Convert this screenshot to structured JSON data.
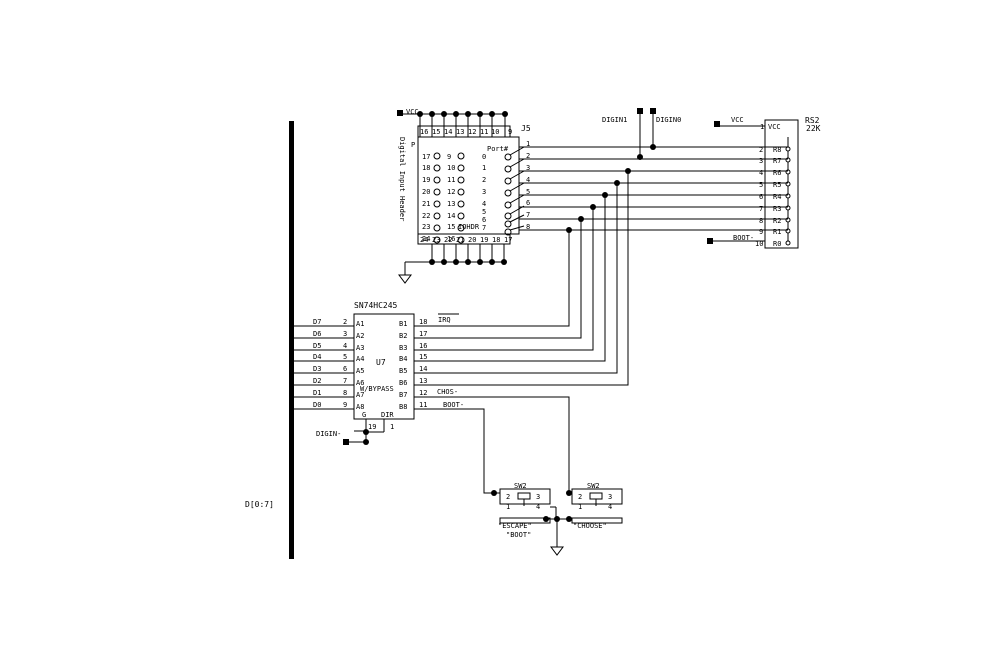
{
  "bus": {
    "label": "D[0:7]"
  },
  "power": {
    "vcc_j5": "VCC",
    "vcc_rs2": "VCC"
  },
  "nets": {
    "digin1": "DIGIN1",
    "digin0": "DIGIN0",
    "digin_minus": "DIGIN-",
    "boot_minus": "BOOT-",
    "irq": "IRQ",
    "choose_minus": "CHOS-",
    "boot_net": "BOOT-"
  },
  "rs2": {
    "ref": "RS2",
    "value": "22K",
    "com_pin": "1",
    "com_label": "VCC",
    "pins": [
      "2",
      "3",
      "4",
      "5",
      "6",
      "7",
      "8",
      "9",
      "10"
    ],
    "rlabels": [
      "R8",
      "R7",
      "R6",
      "R5",
      "R4",
      "R3",
      "R2",
      "R1",
      "R0"
    ]
  },
  "j5": {
    "ref": "J5",
    "title": "Digital Input Header",
    "port_label": "Port#",
    "name": "IOHDR",
    "corner": "P",
    "top_pins": [
      "16",
      "15",
      "14",
      "13",
      "12",
      "11",
      "10",
      "9"
    ],
    "bottom_pins": [
      "24",
      "23",
      "22",
      "21",
      "20",
      "19",
      "18",
      "17"
    ],
    "left_pins": [
      "17",
      "18",
      "19",
      "20",
      "21",
      "22",
      "23",
      "24"
    ],
    "inner_pins": [
      "9",
      "10",
      "11",
      "12",
      "13",
      "14",
      "15",
      "16"
    ],
    "ports": [
      "0",
      "1",
      "2",
      "3",
      "4",
      "5",
      "6",
      "7"
    ],
    "right_pins": [
      "1",
      "2",
      "3",
      "4",
      "5",
      "6",
      "7",
      "8"
    ]
  },
  "u7": {
    "part": "SN74HC245",
    "ref": "U7",
    "bypass": "W/BYPASS",
    "g_label": "G",
    "dir_label": "DIR",
    "g_pin": "19",
    "dir_pin": "1",
    "inputs": [
      {
        "net": "D7",
        "pin": "2",
        "name": "A1"
      },
      {
        "net": "D6",
        "pin": "3",
        "name": "A2"
      },
      {
        "net": "D5",
        "pin": "4",
        "name": "A3"
      },
      {
        "net": "D4",
        "pin": "5",
        "name": "A4"
      },
      {
        "net": "D3",
        "pin": "6",
        "name": "A5"
      },
      {
        "net": "D2",
        "pin": "7",
        "name": "A6"
      },
      {
        "net": "D1",
        "pin": "8",
        "name": "A7"
      },
      {
        "net": "D0",
        "pin": "9",
        "name": "A8"
      }
    ],
    "outputs": [
      {
        "name": "B1",
        "pin": "18"
      },
      {
        "name": "B2",
        "pin": "17"
      },
      {
        "name": "B3",
        "pin": "16"
      },
      {
        "name": "B4",
        "pin": "15"
      },
      {
        "name": "B5",
        "pin": "14"
      },
      {
        "name": "B6",
        "pin": "13"
      },
      {
        "name": "B7",
        "pin": "12"
      },
      {
        "name": "B8",
        "pin": "11"
      }
    ]
  },
  "switches": [
    {
      "ref": "SW2",
      "caption1": "\"ESCAPE\"",
      "caption2": "\"BOOT\"",
      "pins": [
        "2",
        "3",
        "1",
        "4"
      ]
    },
    {
      "ref": "SW2",
      "caption1": "\"CHOOSE\"",
      "caption2": "",
      "pins": [
        "2",
        "3",
        "1",
        "4"
      ]
    }
  ]
}
